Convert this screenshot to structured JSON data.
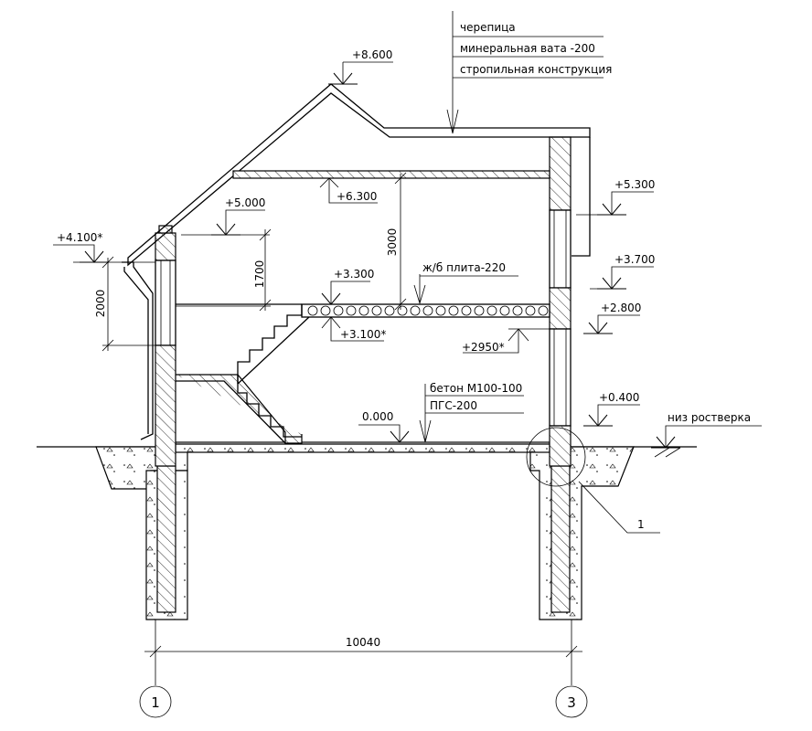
{
  "roof_layers": [
    "черепица",
    "минеральная вата -200",
    "стропильная конструкция"
  ],
  "levels": {
    "ridge": "+8.600",
    "attic_floor": "+6.300",
    "wall_top_right": "+5.300",
    "wall_top_left": "+5.000",
    "eave_left": "+4.100*",
    "window_top": "+3.700",
    "slab_top": "+3.300",
    "slab_bottom": "+3.100*",
    "lintel": "+2.800",
    "ceiling": "+2950*",
    "window_sill": "+0.400",
    "floor": "0.000",
    "grillage_bottom": "низ ростверка"
  },
  "dimensions": {
    "d1700": "1700",
    "d2000": "2000",
    "d3000": "3000",
    "span": "10040"
  },
  "notes": {
    "slab": "ж/б плита-220",
    "floor_concrete": "бетон М100-100",
    "floor_base": "ПГС-200"
  },
  "callout": "1",
  "axes": [
    "1",
    "3"
  ]
}
